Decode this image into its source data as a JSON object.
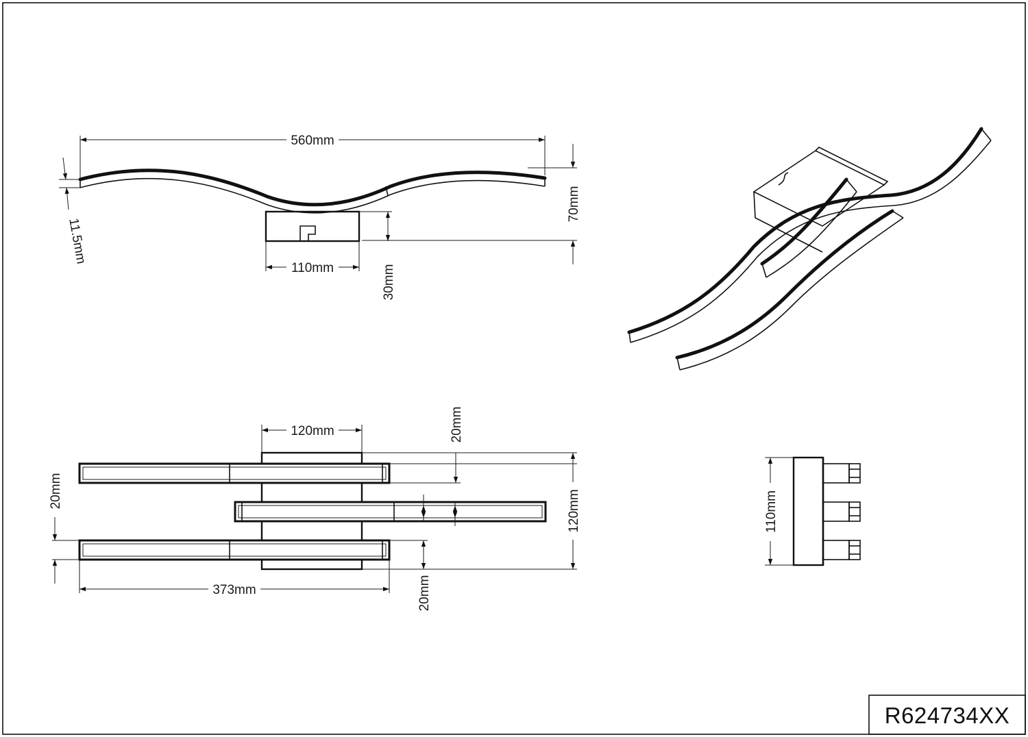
{
  "drawing": {
    "model_number": "R624734XX",
    "front_view": {
      "total_length": "560mm",
      "height": "70mm",
      "bar_thickness": "11.5mm",
      "base_width": "110mm",
      "base_height": "30mm"
    },
    "top_view": {
      "base_width": "120mm",
      "offset_top": "20mm",
      "total_depth": "120mm",
      "bar_width": "20mm",
      "bar_length": "373mm",
      "offset_bottom": "20mm"
    },
    "side_view": {
      "base_depth": "110mm"
    },
    "colors": {
      "line": "#111111",
      "background": "#ffffff"
    }
  }
}
